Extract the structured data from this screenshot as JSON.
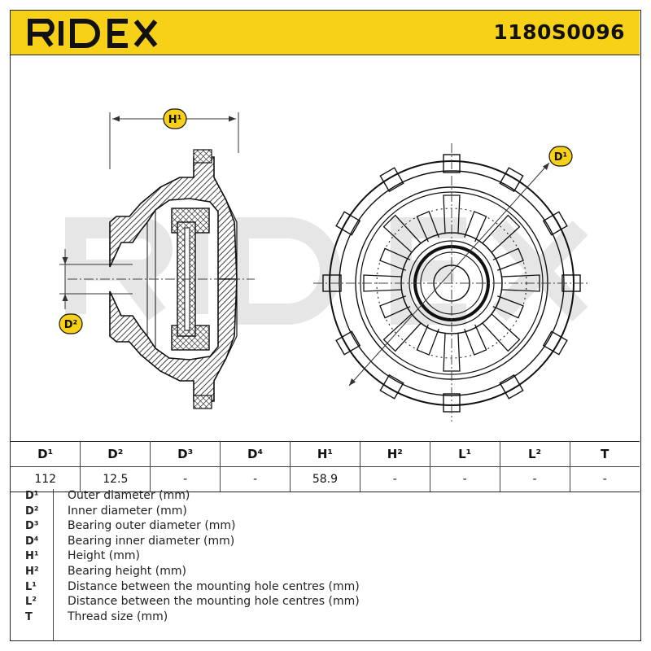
{
  "header": {
    "brand": "RIDEX",
    "part_number": "1180S0096",
    "accent_color": "#f7d117"
  },
  "drawing": {
    "watermark": "RIDEX",
    "labels": {
      "h1": "H¹",
      "d1": "D¹",
      "d2": "D²"
    }
  },
  "spec_table": {
    "headers": [
      "D¹",
      "D²",
      "D³",
      "D⁴",
      "H¹",
      "H²",
      "L¹",
      "L²",
      "T"
    ],
    "values": [
      "112",
      "12.5",
      "-",
      "-",
      "58.9",
      "-",
      "-",
      "-",
      "-"
    ]
  },
  "legend": [
    {
      "key": "D¹",
      "text": "Outer diameter (mm)"
    },
    {
      "key": "D²",
      "text": "Inner diameter (mm)"
    },
    {
      "key": "D³",
      "text": "Bearing outer diameter (mm)"
    },
    {
      "key": "D⁴",
      "text": "Bearing inner diameter (mm)"
    },
    {
      "key": "H¹",
      "text": "Height (mm)"
    },
    {
      "key": "H²",
      "text": "Bearing height (mm)"
    },
    {
      "key": "L¹",
      "text": "Distance between the mounting hole centres (mm)"
    },
    {
      "key": "L²",
      "text": "Distance between the mounting hole centres (mm)"
    },
    {
      "key": "T",
      "text": "Thread size (mm)"
    }
  ]
}
